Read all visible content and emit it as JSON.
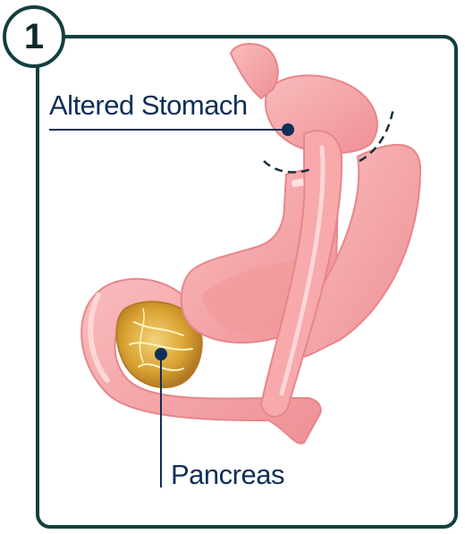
{
  "step": {
    "number": "1"
  },
  "labels": {
    "altered_stomach": "Altered Stomach",
    "pancreas": "Pancreas"
  },
  "colors": {
    "frame": "#123f3f",
    "label_text": "#0e2f58",
    "leader_line": "#0e2f58",
    "stomach_pink": "#f4a3a5",
    "stomach_highlight": "#fbd1d0",
    "stomach_shadow": "#e8848a",
    "pancreas_gold": "#d9a332"
  }
}
